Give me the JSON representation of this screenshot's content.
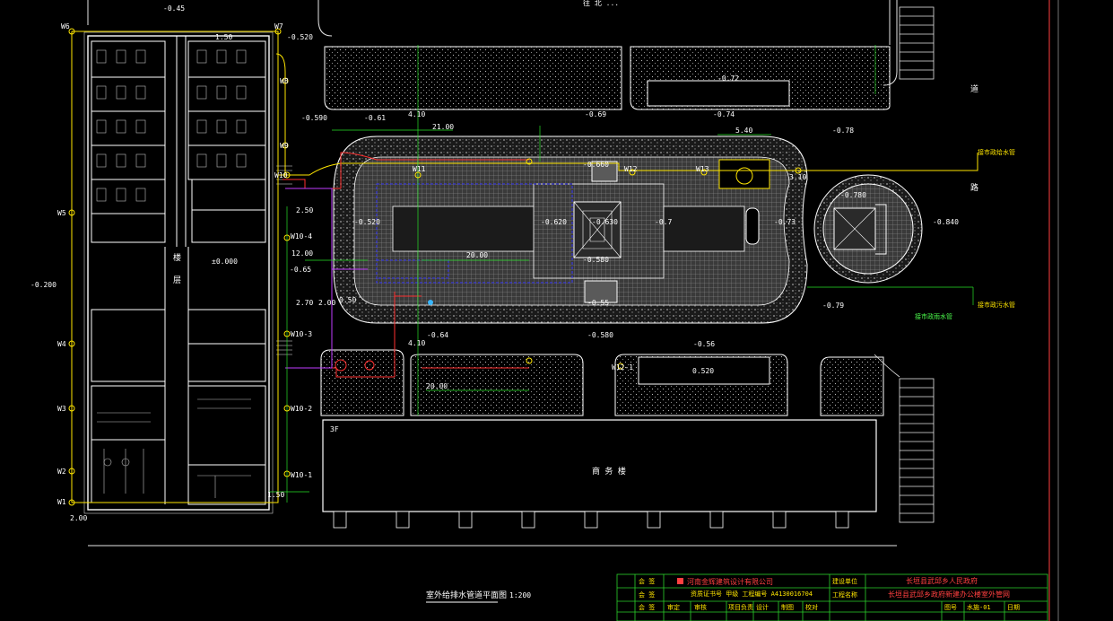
{
  "colors": {
    "background": "#000000",
    "building": "#ffffff",
    "water_pipe": "#ffe600",
    "drain_pipe": "#ff3030",
    "rain_pipe": "#c03cff",
    "dim_green": "#27e027",
    "blue": "#3a3aff",
    "title_block": "#2bd12b"
  },
  "drawing": {
    "top_road_label": "往 北 ...",
    "right_road_label_top": "道",
    "right_road_label_mid": "路",
    "bottom_building_label": "商 务 楼",
    "floor_tag": "3F",
    "title": "室外给排水管道平面图",
    "scale": "1:200",
    "building_label_1": "楼",
    "building_label_2": "层",
    "center_elev": "±0.000"
  },
  "levels": {
    "l1": "-0.45",
    "l2": "-0.520",
    "l3": "-0.590",
    "l4": "-0.61",
    "l5": "-0.69",
    "l6": "-0.74",
    "l7": "-0.78",
    "l8": "-0.72",
    "l9": "-0.200",
    "l10": "-0.520",
    "l11": "-0.620",
    "l12": "-0.630",
    "l13": "-0.580",
    "l14": "-0.660",
    "l15": "-0.55",
    "l16": "-0.65",
    "l17": "-0.64",
    "l18": "-0.580",
    "l19": "-0.56",
    "l20": "-0.780",
    "l21": "-0.840",
    "l22": "-0.79",
    "l23": "-0.73",
    "l24": "-0.7",
    "l25": "0.520"
  },
  "dims": {
    "d1": "21.00",
    "d2": "20.00",
    "d3": "20.00",
    "d4": "12.00",
    "d5": "5.40",
    "d6": "2.50",
    "d7": "2.70",
    "d8": "2.00",
    "d9": "0.50",
    "d10": "1.50",
    "d11": "2.00",
    "d12": "4.10",
    "d13": "4.10",
    "d14": "3.10",
    "d15": "1.50"
  },
  "wells": {
    "w1": "W6",
    "w2": "W7",
    "w3": "W8",
    "w4": "W9",
    "w5": "W10",
    "w6": "W5",
    "w7": "W4",
    "w8": "W3",
    "w9": "W2",
    "w10": "W1",
    "w11": "W10-1",
    "w12": "W10-2",
    "w13": "W10-3",
    "w14": "W10-4",
    "w15": "W11",
    "w16": "W12",
    "w17": "W13",
    "w18": "W12-1"
  },
  "notes": {
    "n1": "接市政给水管",
    "n2": "接市政污水管",
    "n3": "接市政雨水管"
  },
  "title_block": {
    "row1a": "会 签",
    "row2a": "会 签",
    "row3a": "会 签",
    "company": "河南金辉建筑设计有限公司",
    "cert": "资质证书号  甲级  工程编号 A4130016704",
    "owner_label": "建设单位",
    "owner": "长垣县武邱乡人民政府",
    "project_label": "工程名称",
    "project": "长垣县武邱乡政府新建办公楼室外管网",
    "f1": "审定",
    "f2": "审核",
    "f3": "项目负责",
    "f4": "设计",
    "f5": "制图",
    "f6": "校对",
    "no_label": "图号",
    "no": "水施-01",
    "date_label": "日期"
  }
}
